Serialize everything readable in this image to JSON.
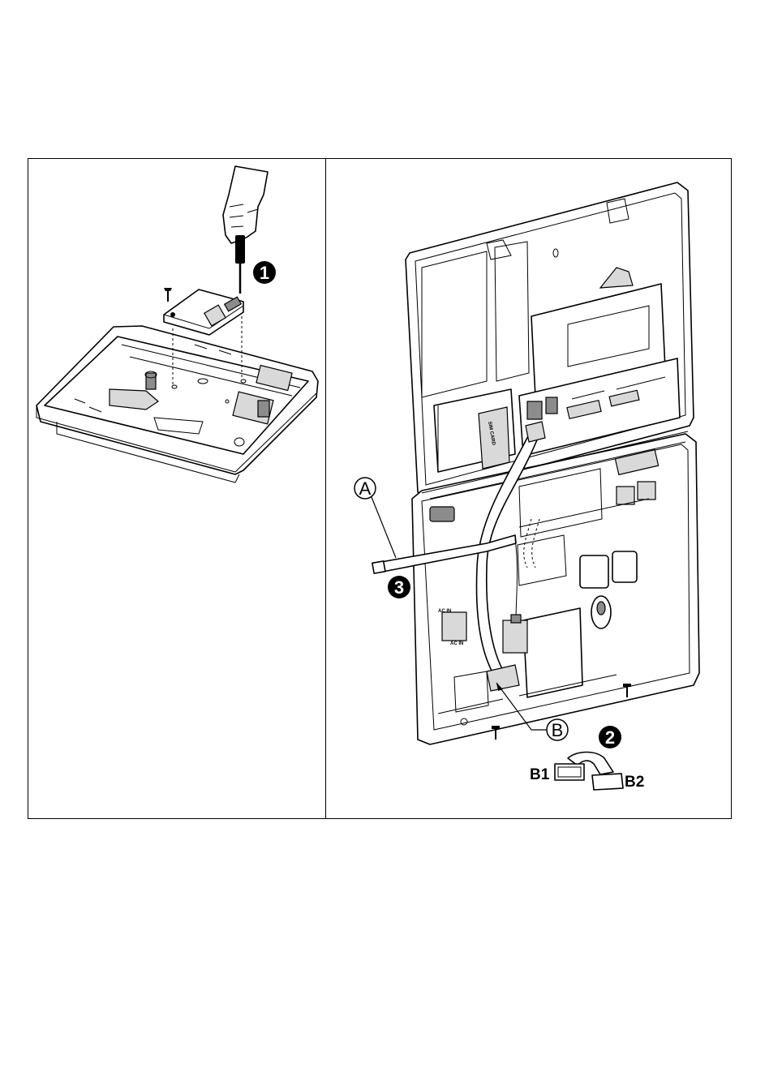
{
  "left_panel": {
    "step": "1"
  },
  "right_panel": {
    "callout_a": "A",
    "callout_b": "B",
    "step_2": "2",
    "step_3": "3",
    "label_b1": "B1",
    "label_b2": "B2"
  }
}
